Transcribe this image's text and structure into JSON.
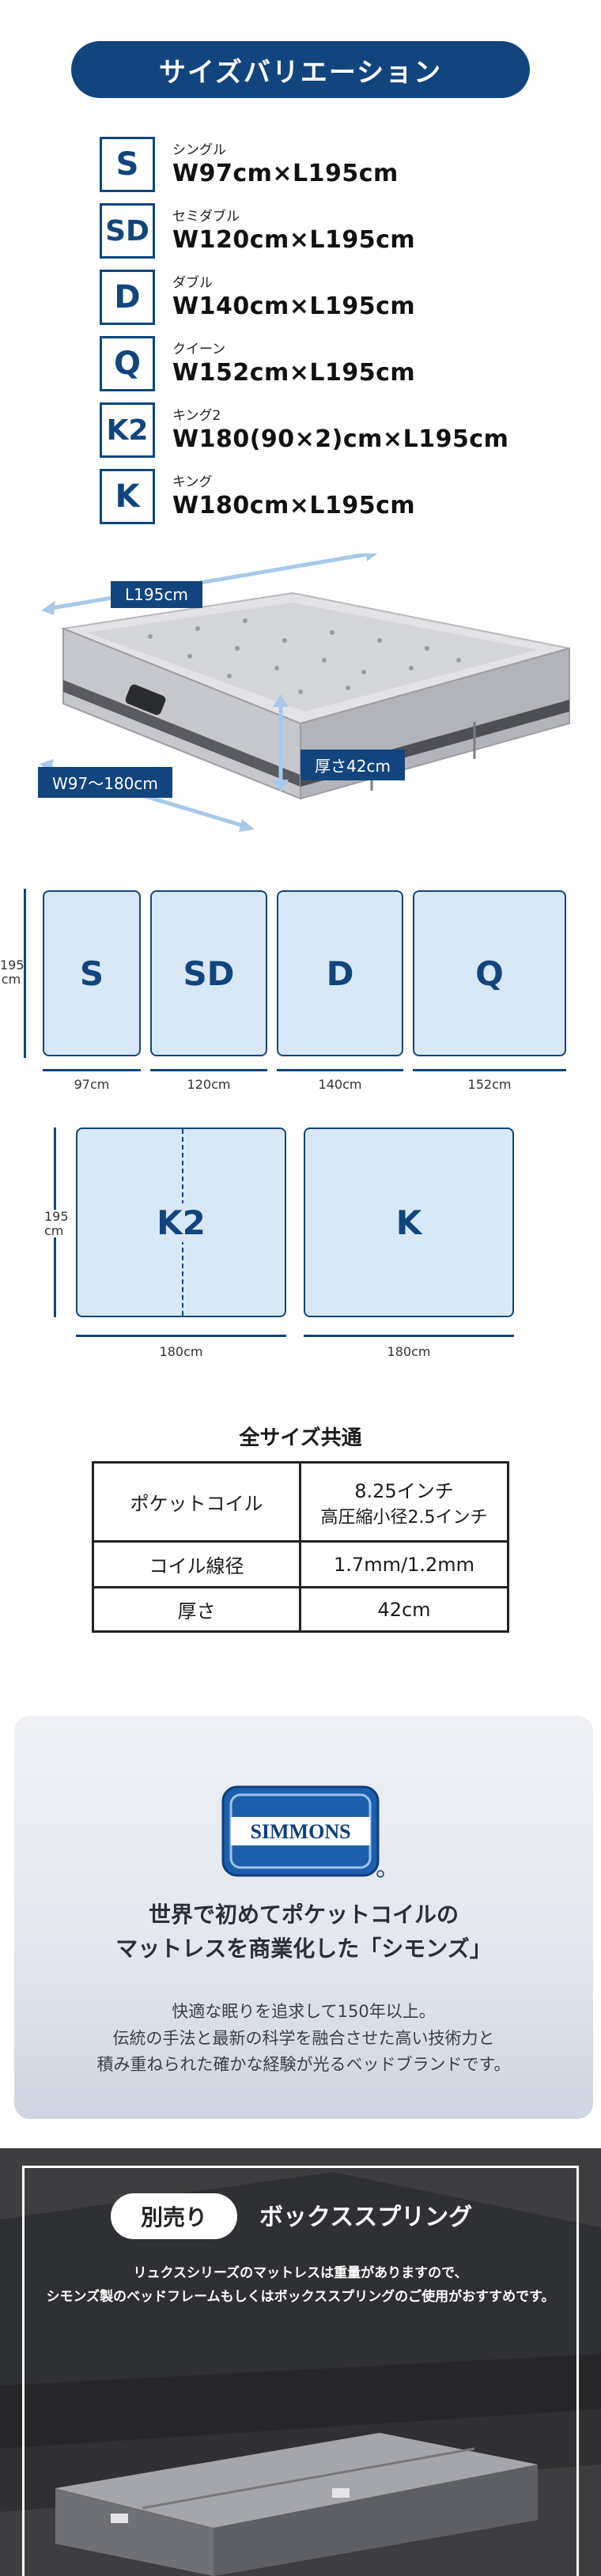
{
  "header": {
    "title": "サイズバリエーション"
  },
  "sizes": [
    {
      "code": "S",
      "name": "シングル",
      "dim": "W97cm×L195cm"
    },
    {
      "code": "SD",
      "name": "セミダブル",
      "dim": "W120cm×L195cm"
    },
    {
      "code": "D",
      "name": "ダブル",
      "dim": "W140cm×L195cm"
    },
    {
      "code": "Q",
      "name": "クイーン",
      "dim": "W152cm×L195cm"
    },
    {
      "code": "K2",
      "name": "キング2",
      "dim": "W180(90×2)cm×L195cm"
    },
    {
      "code": "K",
      "name": "キング",
      "dim": "W180cm×L195cm"
    }
  ],
  "mattress": {
    "length_tag": "L195cm",
    "width_tag": "W97〜180cm",
    "thickness_tag": "厚さ42cm"
  },
  "diagram": {
    "height_label": "195\ncm",
    "row1": [
      {
        "code": "S",
        "width": "97cm"
      },
      {
        "code": "SD",
        "width": "120cm"
      },
      {
        "code": "D",
        "width": "140cm"
      },
      {
        "code": "Q",
        "width": "152cm"
      }
    ],
    "row2": [
      {
        "code": "K2",
        "width": "180cm"
      },
      {
        "code": "K",
        "width": "180cm"
      }
    ]
  },
  "spec": {
    "title": "全サイズ共通",
    "rows": [
      {
        "key": "ポケットコイル",
        "value": "8.25インチ",
        "value_sub": "高圧縮小径2.5インチ"
      },
      {
        "key": "コイル線径",
        "value": "1.7mm/1.2mm"
      },
      {
        "key": "厚さ",
        "value": "42cm"
      }
    ]
  },
  "brand": {
    "logo_text": "SIMMONS",
    "headline_1": "世界で初めてポケットコイルの",
    "headline_2": "マットレスを商業化した「シモンズ」",
    "body_1": "快適な眠りを追求して150年以上。",
    "body_2": "伝統の手法と最新の科学を融合させた高い技術力と",
    "body_3": "積み重ねられた確かな経験が光るベッドブランドです。"
  },
  "box_spring": {
    "badge": "別売り",
    "title": "ボックススプリング",
    "note_1": "リュクスシリーズのマットレスは重量がありますので、",
    "note_2": "シモンズ製のベッドフレームもしくはボックススプリングのご使用がおすすめです。"
  },
  "colors": {
    "brand_navy": "#12457d",
    "bed_fill": "#d8e8f7",
    "dark_bg": "#4b4b4b"
  }
}
